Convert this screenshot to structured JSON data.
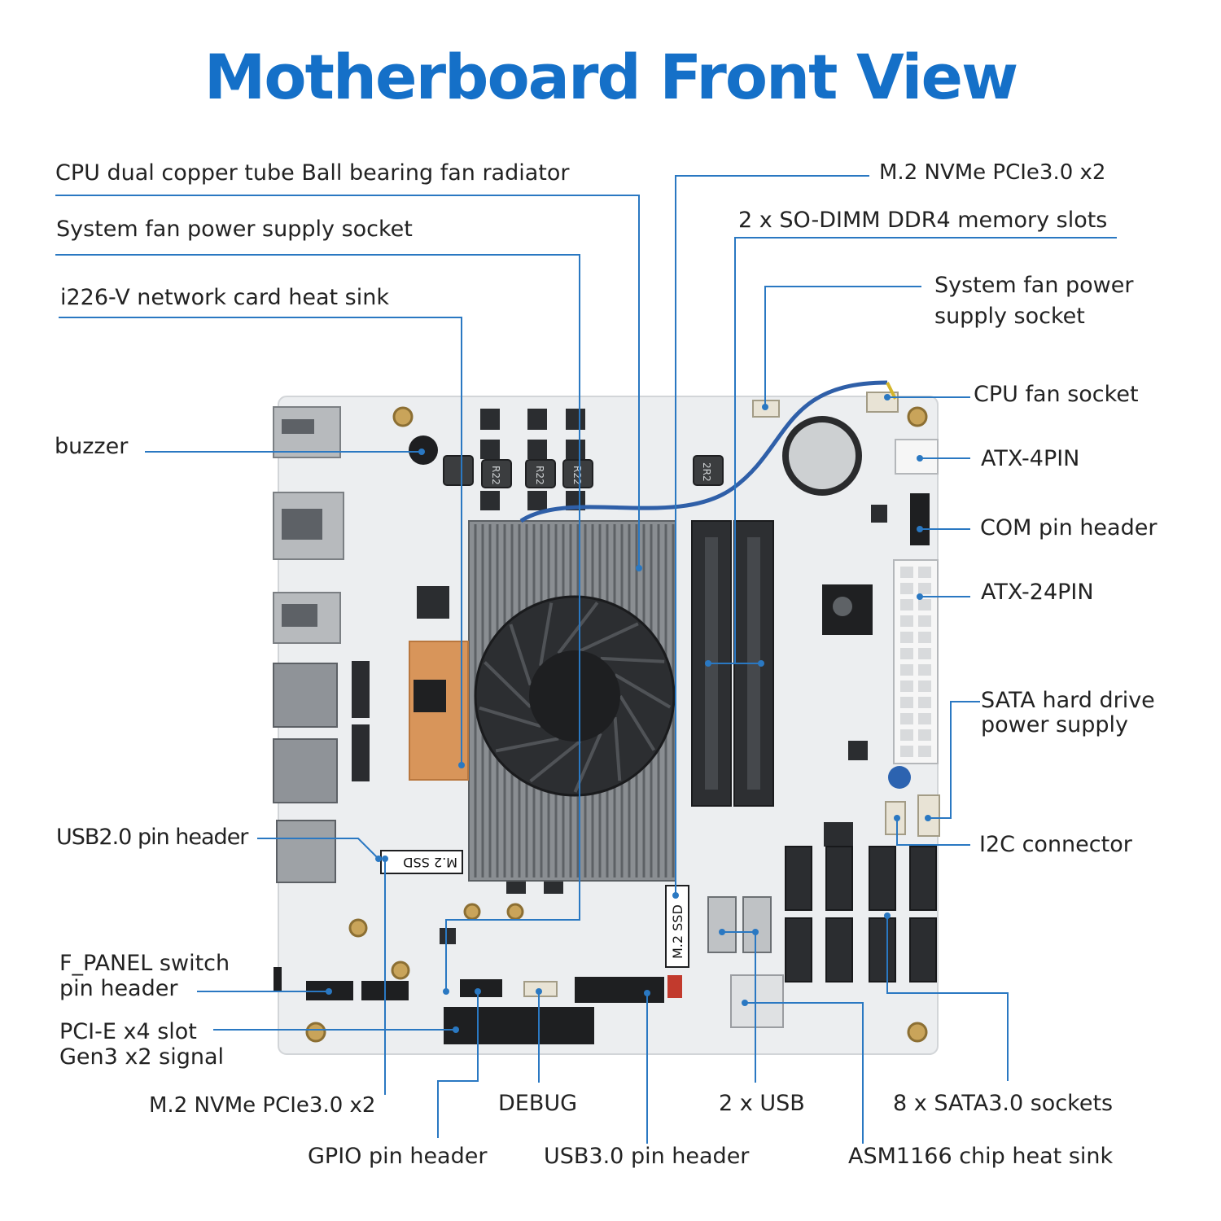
{
  "title": "Motherboard Front View",
  "colors": {
    "title": "#1570c8",
    "leader": "#2a78c2",
    "label": "#222222"
  },
  "labels": {
    "cpu_radiator": "CPU dual copper tube Ball bearing fan radiator",
    "sys_fan_left": "System fan power supply socket",
    "i226v_sink": "i226-V network card heat sink",
    "buzzer": "buzzer",
    "usb20_header": "USB2.0 pin header",
    "fpanel_line1": "F_PANEL switch",
    "fpanel_line2": "pin header",
    "pcie_line1": "PCI-E x4 slot",
    "pcie_line2": "Gen3 x2 signal",
    "m2_bottom": "M.2 NVMe PCIe3.0 x2",
    "gpio": "GPIO pin header",
    "debug": "DEBUG",
    "usb30_header": "USB3.0 pin header",
    "usb_2x": "2 x USB",
    "sata_8x": "8 x SATA3.0 sockets",
    "asm1166": "ASM1166 chip heat sink",
    "m2_top": "M.2 NVMe PCIe3.0 x2",
    "sodimm": "2 x SO-DIMM DDR4 memory slots",
    "sys_fan_right_line1": "System fan power",
    "sys_fan_right_line2": "supply socket",
    "cpu_fan": "CPU fan socket",
    "atx4": "ATX-4PIN",
    "com": "COM pin header",
    "atx24": "ATX-24PIN",
    "sata_power_line1": "SATA hard drive",
    "sata_power_line2": "power supply",
    "i2c": "I2C connector"
  },
  "board_print": {
    "m2_ssd": "M.2 SSD",
    "r22": "R22",
    "r2r2": "2R2"
  }
}
